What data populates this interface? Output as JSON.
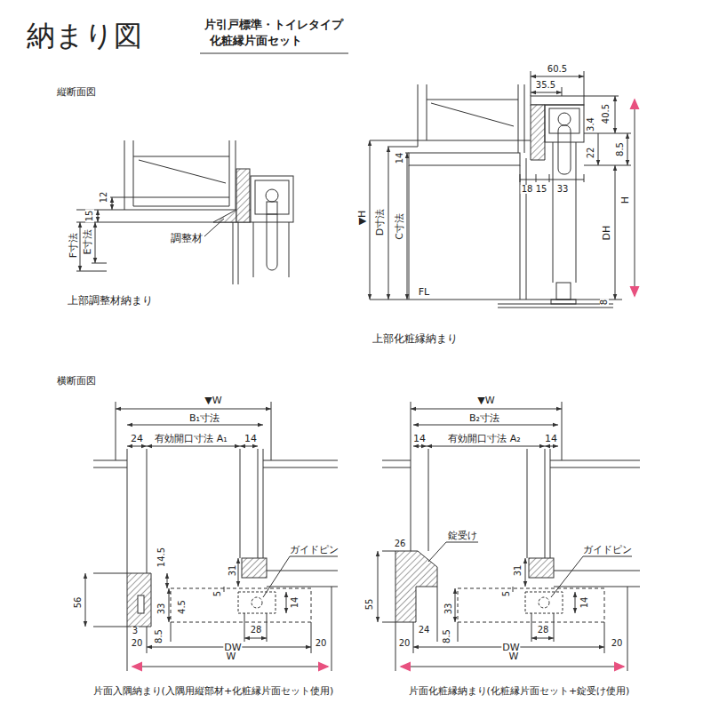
{
  "diagram": {
    "title": "納まり図",
    "labels": [
      "片引戸標準・トイレタイプ",
      "化粧縁片面セット",
      "縦断面図",
      "12",
      "15",
      "F寸法",
      "E寸法",
      "調整材",
      "上部調整材納まり",
      "60.5",
      "35.5",
      "40.5",
      "3.4",
      "22",
      "8.5",
      "14",
      "18",
      "15",
      "33",
      "▼H",
      "D寸法",
      "C寸法",
      "DH",
      "H",
      "FL",
      "8",
      "上部化粧縁納まり",
      "横断面図",
      "▼W",
      "B₁寸法",
      "24",
      "有効開口寸法 A₁",
      "14",
      "14.5",
      "31",
      "ガイドピン",
      "56",
      "33",
      "4.5",
      "5",
      "14",
      "3",
      "20",
      "8.5",
      "28",
      "DW",
      "20",
      "W",
      "片面入隅納まり(入隅用縦部材+化粧縁片面セット使用)",
      "▼W",
      "B₂寸法",
      "14",
      "有効開口寸法 A₂",
      "14",
      "錠受け",
      "26",
      "ガイドピン",
      "31",
      "55",
      "33",
      "5",
      "14",
      "20",
      "24",
      "8.5",
      "DW",
      "28",
      "20",
      "W",
      "片面化粧縁納まり(化粧縁片面セット+錠受け使用)"
    ]
  }
}
